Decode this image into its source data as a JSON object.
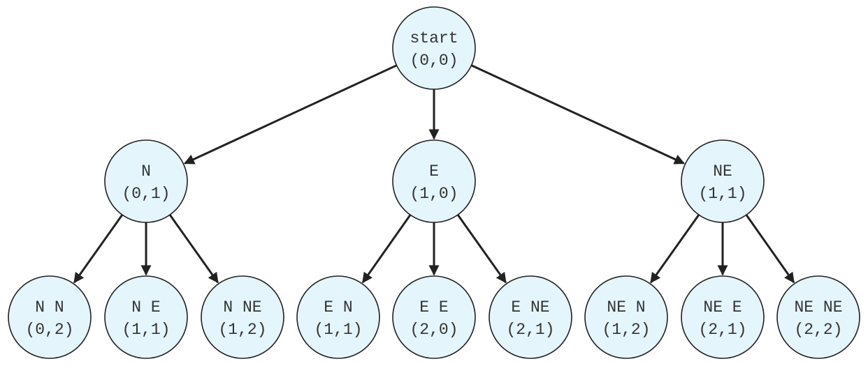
{
  "colors": {
    "node_fill": "#e4f5fc",
    "node_stroke": "#222222",
    "edge": "#222222",
    "text": "#333333"
  },
  "nodes": [
    {
      "id": "start",
      "path": "start",
      "coord": "(0,0)"
    },
    {
      "id": "n",
      "path": "N",
      "coord": "(0,1)"
    },
    {
      "id": "e",
      "path": "E",
      "coord": "(1,0)"
    },
    {
      "id": "ne",
      "path": "NE",
      "coord": "(1,1)"
    },
    {
      "id": "nn",
      "path": "N N",
      "coord": "(0,2)"
    },
    {
      "id": "nE",
      "path": "N E",
      "coord": "(1,1)"
    },
    {
      "id": "nne",
      "path": "N NE",
      "coord": "(1,2)"
    },
    {
      "id": "en",
      "path": "E N",
      "coord": "(1,1)"
    },
    {
      "id": "ee",
      "path": "E E",
      "coord": "(2,0)"
    },
    {
      "id": "ene",
      "path": "E NE",
      "coord": "(2,1)"
    },
    {
      "id": "nen",
      "path": "NE N",
      "coord": "(1,2)"
    },
    {
      "id": "nee",
      "path": "NE E",
      "coord": "(2,1)"
    },
    {
      "id": "nene",
      "path": "NE NE",
      "coord": "(2,2)"
    }
  ],
  "edges": [
    {
      "from": "start",
      "to": "n"
    },
    {
      "from": "start",
      "to": "e"
    },
    {
      "from": "start",
      "to": "ne"
    },
    {
      "from": "n",
      "to": "nn"
    },
    {
      "from": "n",
      "to": "nE"
    },
    {
      "from": "n",
      "to": "nne"
    },
    {
      "from": "e",
      "to": "en"
    },
    {
      "from": "e",
      "to": "ee"
    },
    {
      "from": "e",
      "to": "ene"
    },
    {
      "from": "ne",
      "to": "nen"
    },
    {
      "from": "ne",
      "to": "nee"
    },
    {
      "from": "ne",
      "to": "nene"
    }
  ]
}
